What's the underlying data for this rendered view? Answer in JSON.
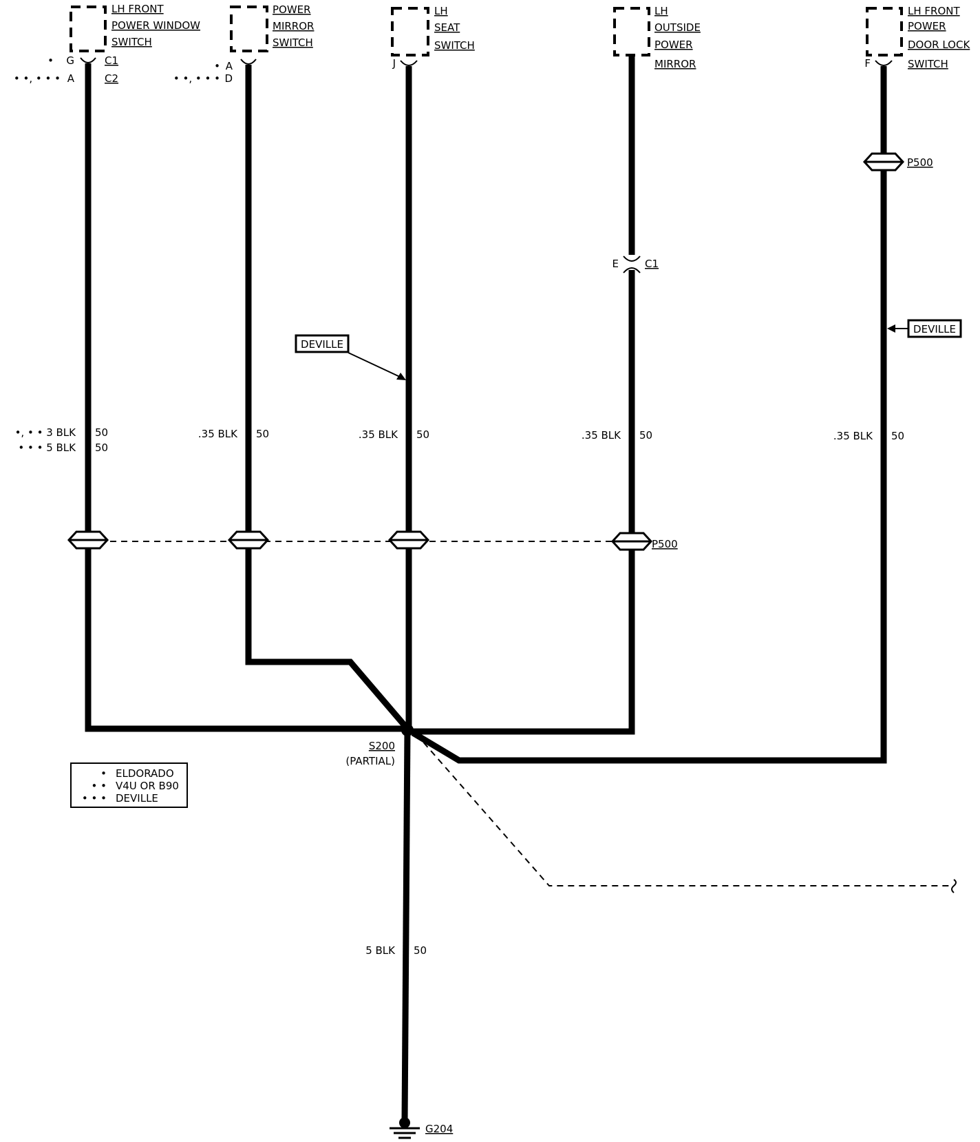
{
  "components": [
    {
      "lines": [
        "LH FRONT",
        "POWER WINDOW",
        "SWITCH"
      ],
      "pins": [
        {
          "mark": "•",
          "pin": "G",
          "connector": "C1"
        },
        {
          "mark": "• •, • • •",
          "pin": "A",
          "connector": "C2"
        }
      ]
    },
    {
      "lines": [
        "POWER",
        "MIRROR",
        "SWITCH"
      ],
      "pins": [
        {
          "mark": "•",
          "pin": "A"
        },
        {
          "mark": "• •, • • •",
          "pin": "D"
        }
      ]
    },
    {
      "lines": [
        "LH",
        "SEAT",
        "SWITCH"
      ],
      "pins": [
        {
          "pin": "J"
        }
      ]
    },
    {
      "lines": [
        "LH",
        "OUTSIDE",
        "POWER",
        "MIRROR"
      ],
      "pins": []
    },
    {
      "lines": [
        "LH FRONT",
        "POWER",
        "DOOR LOCK",
        "SWITCH"
      ],
      "pins": [
        {
          "pin": "F"
        }
      ]
    }
  ],
  "wires": [
    {
      "labels": [
        {
          "spec": "•, • • 3 BLK",
          "circuit": "50"
        },
        {
          "spec": "• • • 5 BLK",
          "circuit": "50"
        }
      ]
    },
    {
      "labels": [
        {
          "spec": ".35 BLK",
          "circuit": "50"
        }
      ]
    },
    {
      "labels": [
        {
          "spec": ".35 BLK",
          "circuit": "50"
        }
      ]
    },
    {
      "labels": [
        {
          "spec": ".35 BLK",
          "circuit": "50"
        }
      ]
    },
    {
      "labels": [
        {
          "spec": ".35 BLK",
          "circuit": "50"
        }
      ]
    }
  ],
  "inline_connector": {
    "pin": "E",
    "name": "C1"
  },
  "pass_through": {
    "main": "P500",
    "door_lock": "P500"
  },
  "deville_tags": [
    "DEVILLE",
    "DEVILLE"
  ],
  "splice": {
    "name": "S200",
    "note": "(PARTIAL)"
  },
  "ground_wire": {
    "spec": "5 BLK",
    "circuit": "50"
  },
  "ground": "G204",
  "legend": [
    {
      "mark": "•",
      "label": "ELDORADO"
    },
    {
      "mark": "• •",
      "label": "V4U OR B90"
    },
    {
      "mark": "• • •",
      "label": "DEVILLE"
    }
  ]
}
